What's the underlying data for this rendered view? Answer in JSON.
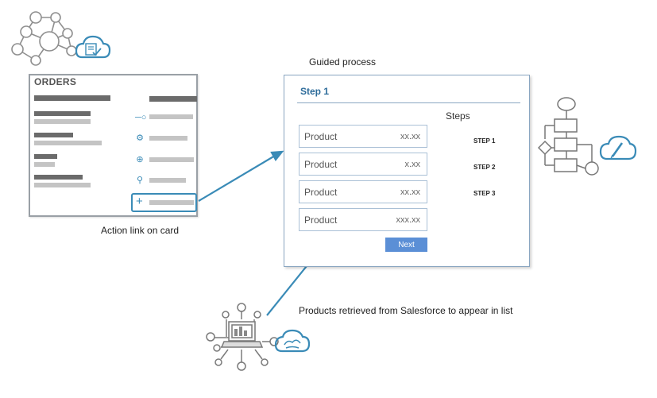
{
  "orders_card": {
    "title": "ORDERS",
    "caption": "Action link on card",
    "action_icons": [
      "key-icon",
      "gear-icon",
      "zoom-in-icon",
      "search-icon",
      "plus-icon"
    ]
  },
  "guided_process": {
    "title": "Guided process",
    "step_heading": "Step 1",
    "products": [
      {
        "label": "Product",
        "value": "xx.xx"
      },
      {
        "label": "Product",
        "value": "x.xx"
      },
      {
        "label": "Product",
        "value": "xx.xx"
      },
      {
        "label": "Product",
        "value": "xxx.xx"
      }
    ],
    "next_label": "Next",
    "steps_label": "Steps",
    "steps": [
      "STEP 1",
      "STEP 2",
      "STEP 3"
    ],
    "active_step": 1
  },
  "products_caption": "Products retrieved from Salesforce to appear in list",
  "colors": {
    "accent": "#3a8bb7",
    "step_active": "#1f3550",
    "step_inactive": "#9a9a9a",
    "button": "#5b8fd6",
    "step_heading": "#2c6b9a"
  }
}
